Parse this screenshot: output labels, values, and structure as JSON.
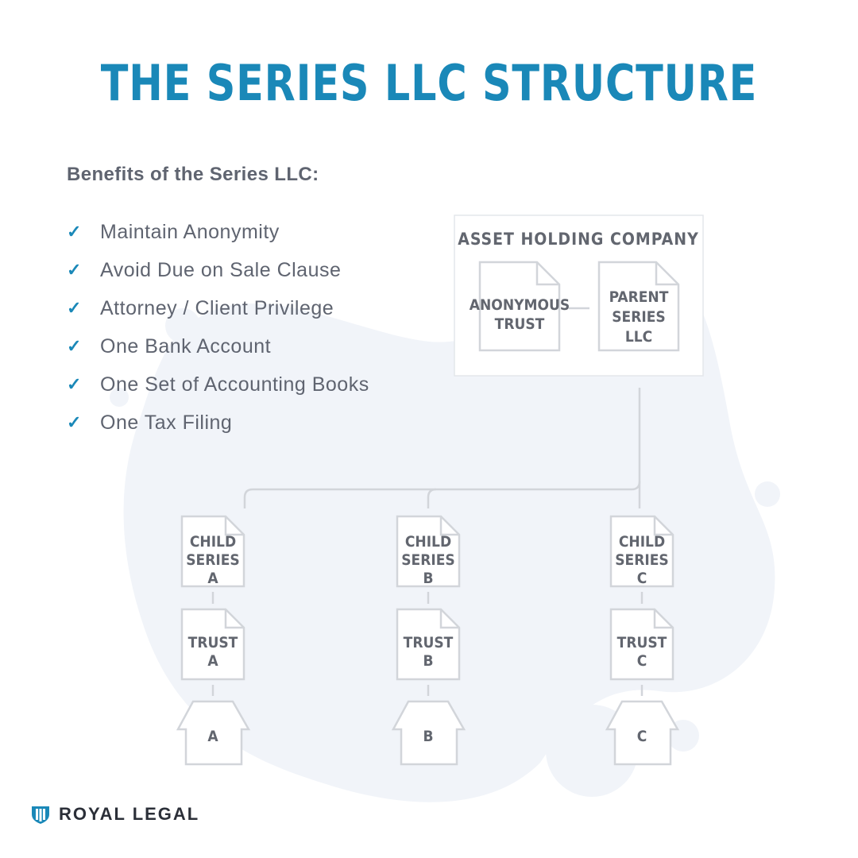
{
  "title": "THE SERIES LLC STRUCTURE",
  "benefits": {
    "heading": "Benefits of the Series LLC:",
    "check_icon": "checkmark-icon",
    "items": [
      "Maintain Anonymity",
      "Avoid Due on Sale Clause",
      "Attorney / Client Privilege",
      "One Bank Account",
      "One Set of Accounting Books",
      "One Tax Filing"
    ]
  },
  "diagram": {
    "container_label": "ASSET HOLDING COMPANY",
    "anonymous_trust": [
      "ANONYMOUS",
      "TRUST"
    ],
    "parent_series": [
      "PARENT",
      "SERIES",
      "LLC"
    ],
    "branches": [
      {
        "child": [
          "CHILD",
          "SERIES",
          "A"
        ],
        "trust": [
          "TRUST",
          "A"
        ],
        "property": "A"
      },
      {
        "child": [
          "CHILD",
          "SERIES",
          "B"
        ],
        "trust": [
          "TRUST",
          "B"
        ],
        "property": "B"
      },
      {
        "child": [
          "CHILD",
          "SERIES",
          "C"
        ],
        "trust": [
          "TRUST",
          "C"
        ],
        "property": "C"
      }
    ]
  },
  "brand": {
    "name": "ROYAL LEGAL",
    "logo_icon": "royal-legal-logo-icon"
  },
  "colors": {
    "accent": "#1a88b8",
    "text": "#5f6470",
    "blob": "#f1f4f9",
    "outline": "#d2d5da"
  }
}
